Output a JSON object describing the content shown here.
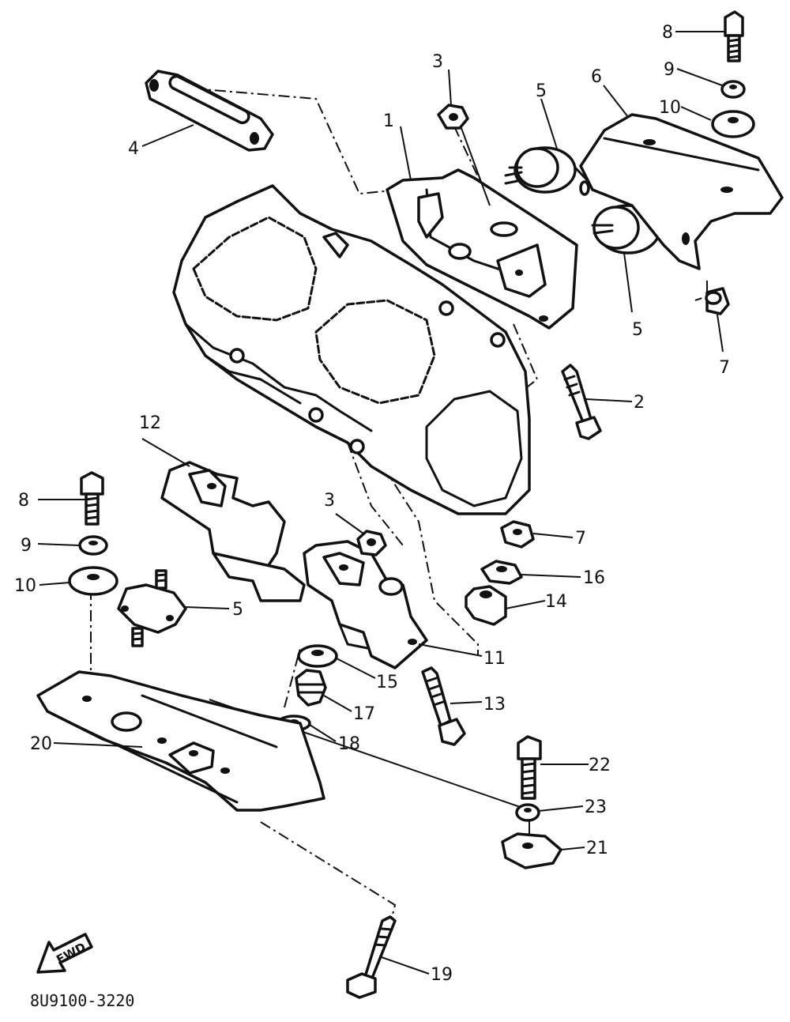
{
  "diagram": {
    "figure_code": "8U9100-3220",
    "direction_label": "FWD",
    "callouts": [
      {
        "id": "c1",
        "label": "1"
      },
      {
        "id": "c2",
        "label": "2"
      },
      {
        "id": "c3a",
        "label": "3"
      },
      {
        "id": "c3b",
        "label": "3"
      },
      {
        "id": "c4",
        "label": "4"
      },
      {
        "id": "c5a",
        "label": "5"
      },
      {
        "id": "c5b",
        "label": "5"
      },
      {
        "id": "c5c",
        "label": "5"
      },
      {
        "id": "c6",
        "label": "6"
      },
      {
        "id": "c7a",
        "label": "7"
      },
      {
        "id": "c7b",
        "label": "7"
      },
      {
        "id": "c8a",
        "label": "8"
      },
      {
        "id": "c8b",
        "label": "8"
      },
      {
        "id": "c9a",
        "label": "9"
      },
      {
        "id": "c9b",
        "label": "9"
      },
      {
        "id": "c10a",
        "label": "10"
      },
      {
        "id": "c10b",
        "label": "10"
      },
      {
        "id": "c11",
        "label": "11"
      },
      {
        "id": "c12",
        "label": "12"
      },
      {
        "id": "c13",
        "label": "13"
      },
      {
        "id": "c14",
        "label": "14"
      },
      {
        "id": "c15",
        "label": "15"
      },
      {
        "id": "c16",
        "label": "16"
      },
      {
        "id": "c17",
        "label": "17"
      },
      {
        "id": "c18",
        "label": "18"
      },
      {
        "id": "c19",
        "label": "19"
      },
      {
        "id": "c20",
        "label": "20"
      },
      {
        "id": "c21",
        "label": "21"
      },
      {
        "id": "c22",
        "label": "22"
      },
      {
        "id": "c23",
        "label": "23"
      }
    ]
  }
}
